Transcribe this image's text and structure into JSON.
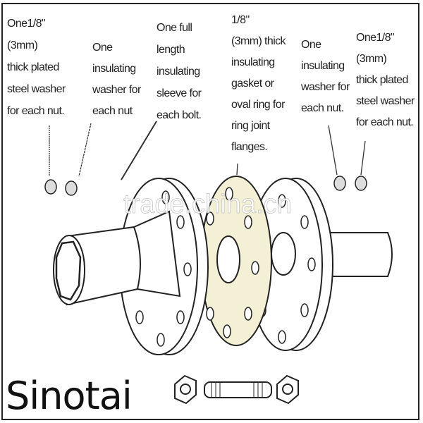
{
  "labels": [
    {
      "lines": [
        "One1/8\"",
        "(3mm)",
        "thick plated",
        "steel washer",
        "for each nut."
      ]
    },
    {
      "lines": [
        "One",
        "insulating",
        "washer for",
        "each nut"
      ]
    },
    {
      "lines": [
        "One full",
        "length",
        "insulating",
        "sleeve for",
        "each bolt."
      ]
    },
    {
      "lines": [
        "1/8\"",
        "(3mm) thick",
        "insulating",
        "gasket or",
        "oval ring for",
        "ring joint",
        "flanges."
      ]
    },
    {
      "lines": [
        "One",
        "insulating",
        "washer for",
        "each nut."
      ]
    },
    {
      "lines": [
        "One1/8\"",
        "(3mm)",
        "thick plated",
        "steel washer",
        "for each nut."
      ]
    }
  ],
  "watermark": "trade.china.cn",
  "logo": "Sinotai",
  "colors": {
    "gasket": "#f4f0d6",
    "line": "#222222"
  }
}
